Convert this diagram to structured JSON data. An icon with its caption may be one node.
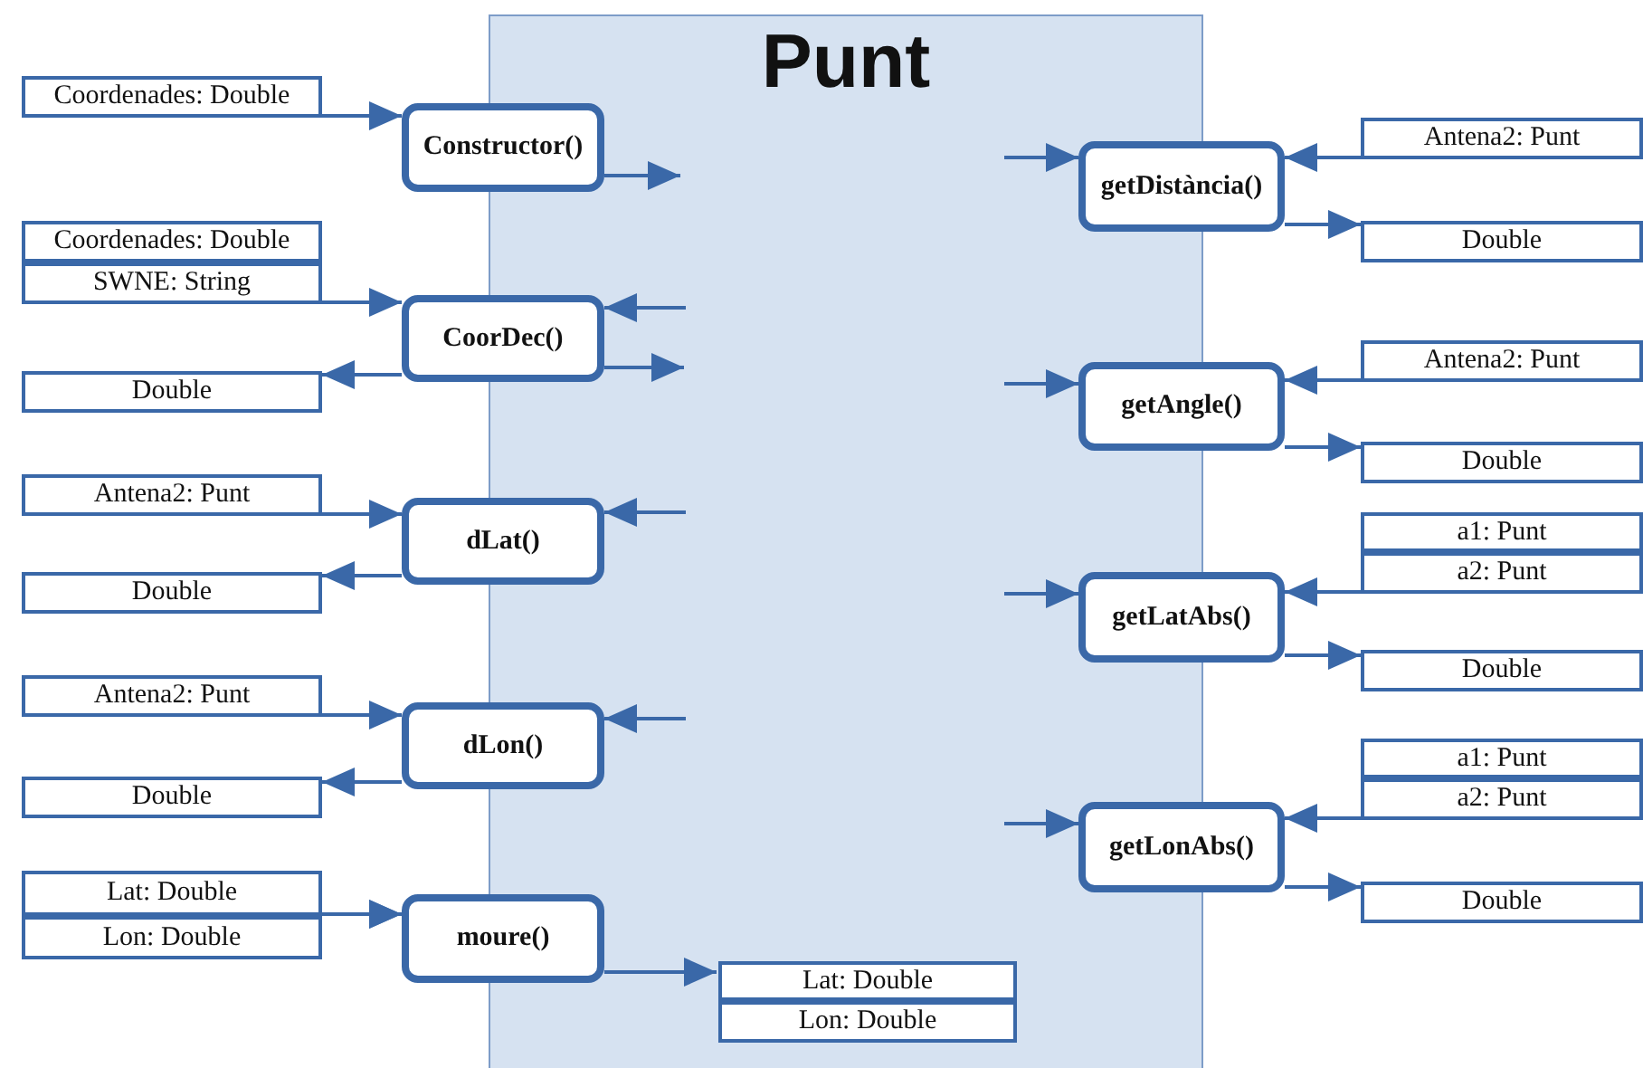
{
  "diagram": {
    "nodes": [
      {
        "text": [
          "Punt"
        ]
      },
      {
        "text": [
          "Coordenades: Double"
        ]
      },
      {
        "text": [
          "Constructor()"
        ]
      },
      {
        "text": [
          "Coordenades: Double"
        ]
      },
      {
        "text": [
          "SWNE: String"
        ]
      },
      {
        "text": [
          "CoorDec()"
        ]
      },
      {
        "text": [
          "Double"
        ]
      },
      {
        "text": [
          "Antena2: Punt"
        ]
      },
      {
        "text": [
          "dLat()"
        ]
      },
      {
        "text": [
          "Double"
        ]
      },
      {
        "text": [
          "Antena2: Punt"
        ]
      },
      {
        "text": [
          "dLon()"
        ]
      },
      {
        "text": [
          "Double"
        ]
      },
      {
        "text": [
          "Lat: Double"
        ]
      },
      {
        "text": [
          "Lon: Double"
        ]
      },
      {
        "text": [
          "moure()"
        ]
      },
      {
        "text": [
          "Lat: Double"
        ],
        "in": 0
      },
      {
        "text": [
          "Lon: Double"
        ],
        "in": 0
      },
      {
        "text": [
          "getDistància()"
        ]
      },
      {
        "text": [
          "Antena2: Punt"
        ]
      },
      {
        "text": [
          "Double"
        ]
      },
      {
        "text": [
          "getAngle()"
        ]
      },
      {
        "text": [
          "Antena2: Punt"
        ]
      },
      {
        "text": [
          "Double"
        ]
      },
      {
        "text": [
          "getLatAbs()"
        ]
      },
      {
        "text": [
          "a1: Punt"
        ]
      },
      {
        "text": [
          "a2: Punt"
        ]
      },
      {
        "text": [
          "Double"
        ]
      },
      {
        "text": [
          "getLonAbs()"
        ]
      },
      {
        "text": [
          "a1: Punt"
        ]
      },
      {
        "text": [
          "a2: Punt"
        ]
      },
      {
        "text": [
          "Double"
        ]
      }
    ],
    "edges": [
      {
        "from": 1,
        "to": 2,
        "arrow": "to"
      },
      {
        "from": 2,
        "to": null,
        "arrow": "to"
      },
      {
        "from": 4,
        "to": 5,
        "arrow": "to"
      },
      {
        "from": null,
        "to": 5,
        "arrow": "to"
      },
      {
        "from": 5,
        "to": null,
        "arrow": "to"
      },
      {
        "from": 5,
        "to": 6,
        "arrow": "to"
      },
      {
        "from": 7,
        "to": 8,
        "arrow": "to"
      },
      {
        "from": null,
        "to": 8,
        "arrow": "to"
      },
      {
        "from": 8,
        "to": 9,
        "arrow": "to"
      },
      {
        "from": 10,
        "to": 11,
        "arrow": "to"
      },
      {
        "from": null,
        "to": 11,
        "arrow": "to"
      },
      {
        "from": 11,
        "to": 12,
        "arrow": "to"
      },
      {
        "from": 13,
        "to": 15,
        "arrow": "to"
      },
      {
        "from": 14,
        "to": 15,
        "arrow": "to"
      },
      {
        "from": 15,
        "to": 16,
        "arrow": "to"
      },
      {
        "from": null,
        "to": 18,
        "arrow": "to"
      },
      {
        "from": 19,
        "to": 18,
        "arrow": "to"
      },
      {
        "from": 18,
        "to": 20,
        "arrow": "to"
      },
      {
        "from": null,
        "to": 21,
        "arrow": "to"
      },
      {
        "from": 22,
        "to": 21,
        "arrow": "to"
      },
      {
        "from": 21,
        "to": 23,
        "arrow": "to"
      },
      {
        "from": null,
        "to": 24,
        "arrow": "to"
      },
      {
        "from": 26,
        "to": 24,
        "arrow": "to"
      },
      {
        "from": 24,
        "to": 27,
        "arrow": "to"
      },
      {
        "from": null,
        "to": 28,
        "arrow": "to"
      },
      {
        "from": 30,
        "to": 28,
        "arrow": "to"
      },
      {
        "from": 28,
        "to": 31,
        "arrow": "to"
      }
    ]
  }
}
